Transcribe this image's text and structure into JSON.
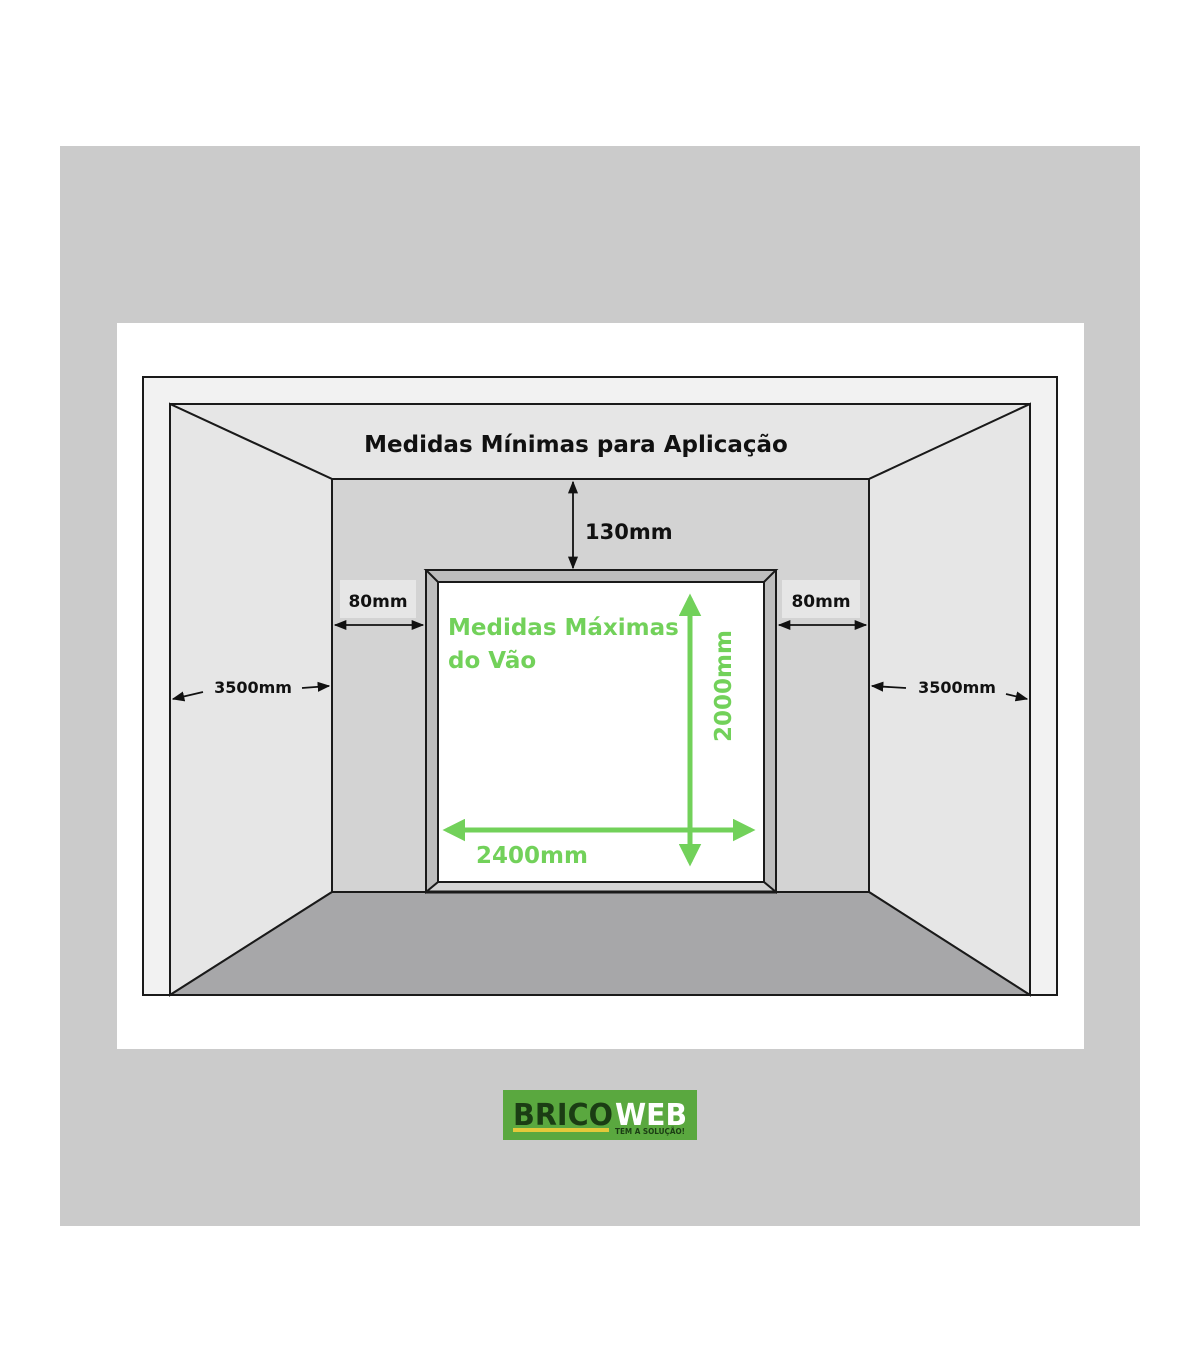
{
  "title": "Medidas Mínimas para Aplicação",
  "dimensions": {
    "top_clearance": "130mm",
    "left_side_clearance": "80mm",
    "right_side_clearance": "80mm",
    "left_depth": "3500mm",
    "right_depth": "3500mm"
  },
  "opening": {
    "label_line1": "Medidas Máximas",
    "label_line2": "do Vão",
    "height": "2000mm",
    "width": "2400mm"
  },
  "logo": {
    "brand_part1": "BRICO",
    "brand_part2": "WEB",
    "tagline": "TEM A SOLUÇÃO!"
  },
  "colors": {
    "outer_background": "#cbcbcb",
    "panel": "#ffffff",
    "side_walls": "#e6e6e6",
    "back_wall": "#d3d3d3",
    "floor": "#a7a7a9",
    "highlight_green": "#72d15a",
    "logo_green": "#5aa83f",
    "logo_dark": "#1b3d14"
  }
}
